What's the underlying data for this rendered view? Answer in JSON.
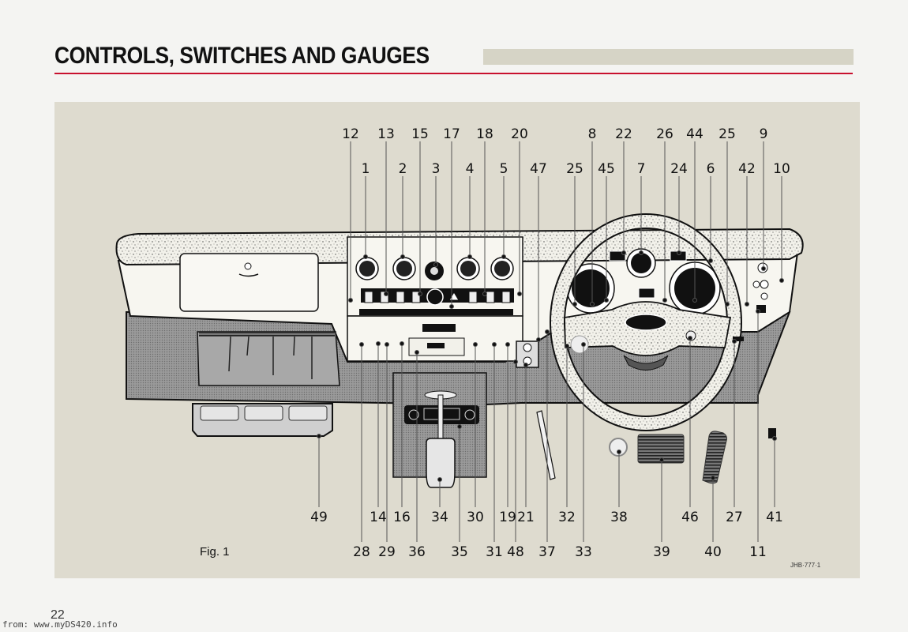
{
  "header": {
    "title": "CONTROLS, SWITCHES AND GAUGES"
  },
  "colors": {
    "title_rule": "#c8102e",
    "panel_bg": "#dedbcf",
    "title_bar": "#d6d4c6",
    "carpet": "#8f8f8f",
    "ink": "#111111"
  },
  "figure": {
    "label": "Fig. 1",
    "reference_code": "JHB·777·1",
    "description": "Dashboard illustration with numbered callouts",
    "callouts_top_row": [
      "12",
      "13",
      "15",
      "17",
      "18",
      "20",
      "8",
      "22",
      "26",
      "44",
      "25",
      "9"
    ],
    "callouts_second_row": [
      "1",
      "2",
      "3",
      "4",
      "5",
      "47",
      "25",
      "45",
      "7",
      "24",
      "6",
      "42",
      "10"
    ],
    "callouts_bottom_row": [
      "49",
      "14",
      "16",
      "34",
      "30",
      "19",
      "21",
      "32",
      "38",
      "46",
      "27",
      "41"
    ],
    "callouts_last_row": [
      "28",
      "29",
      "36",
      "35",
      "31",
      "48",
      "37",
      "33",
      "39",
      "40",
      "11"
    ]
  },
  "footer": {
    "page_number": "22",
    "source": "from: www.myDS420.info"
  }
}
